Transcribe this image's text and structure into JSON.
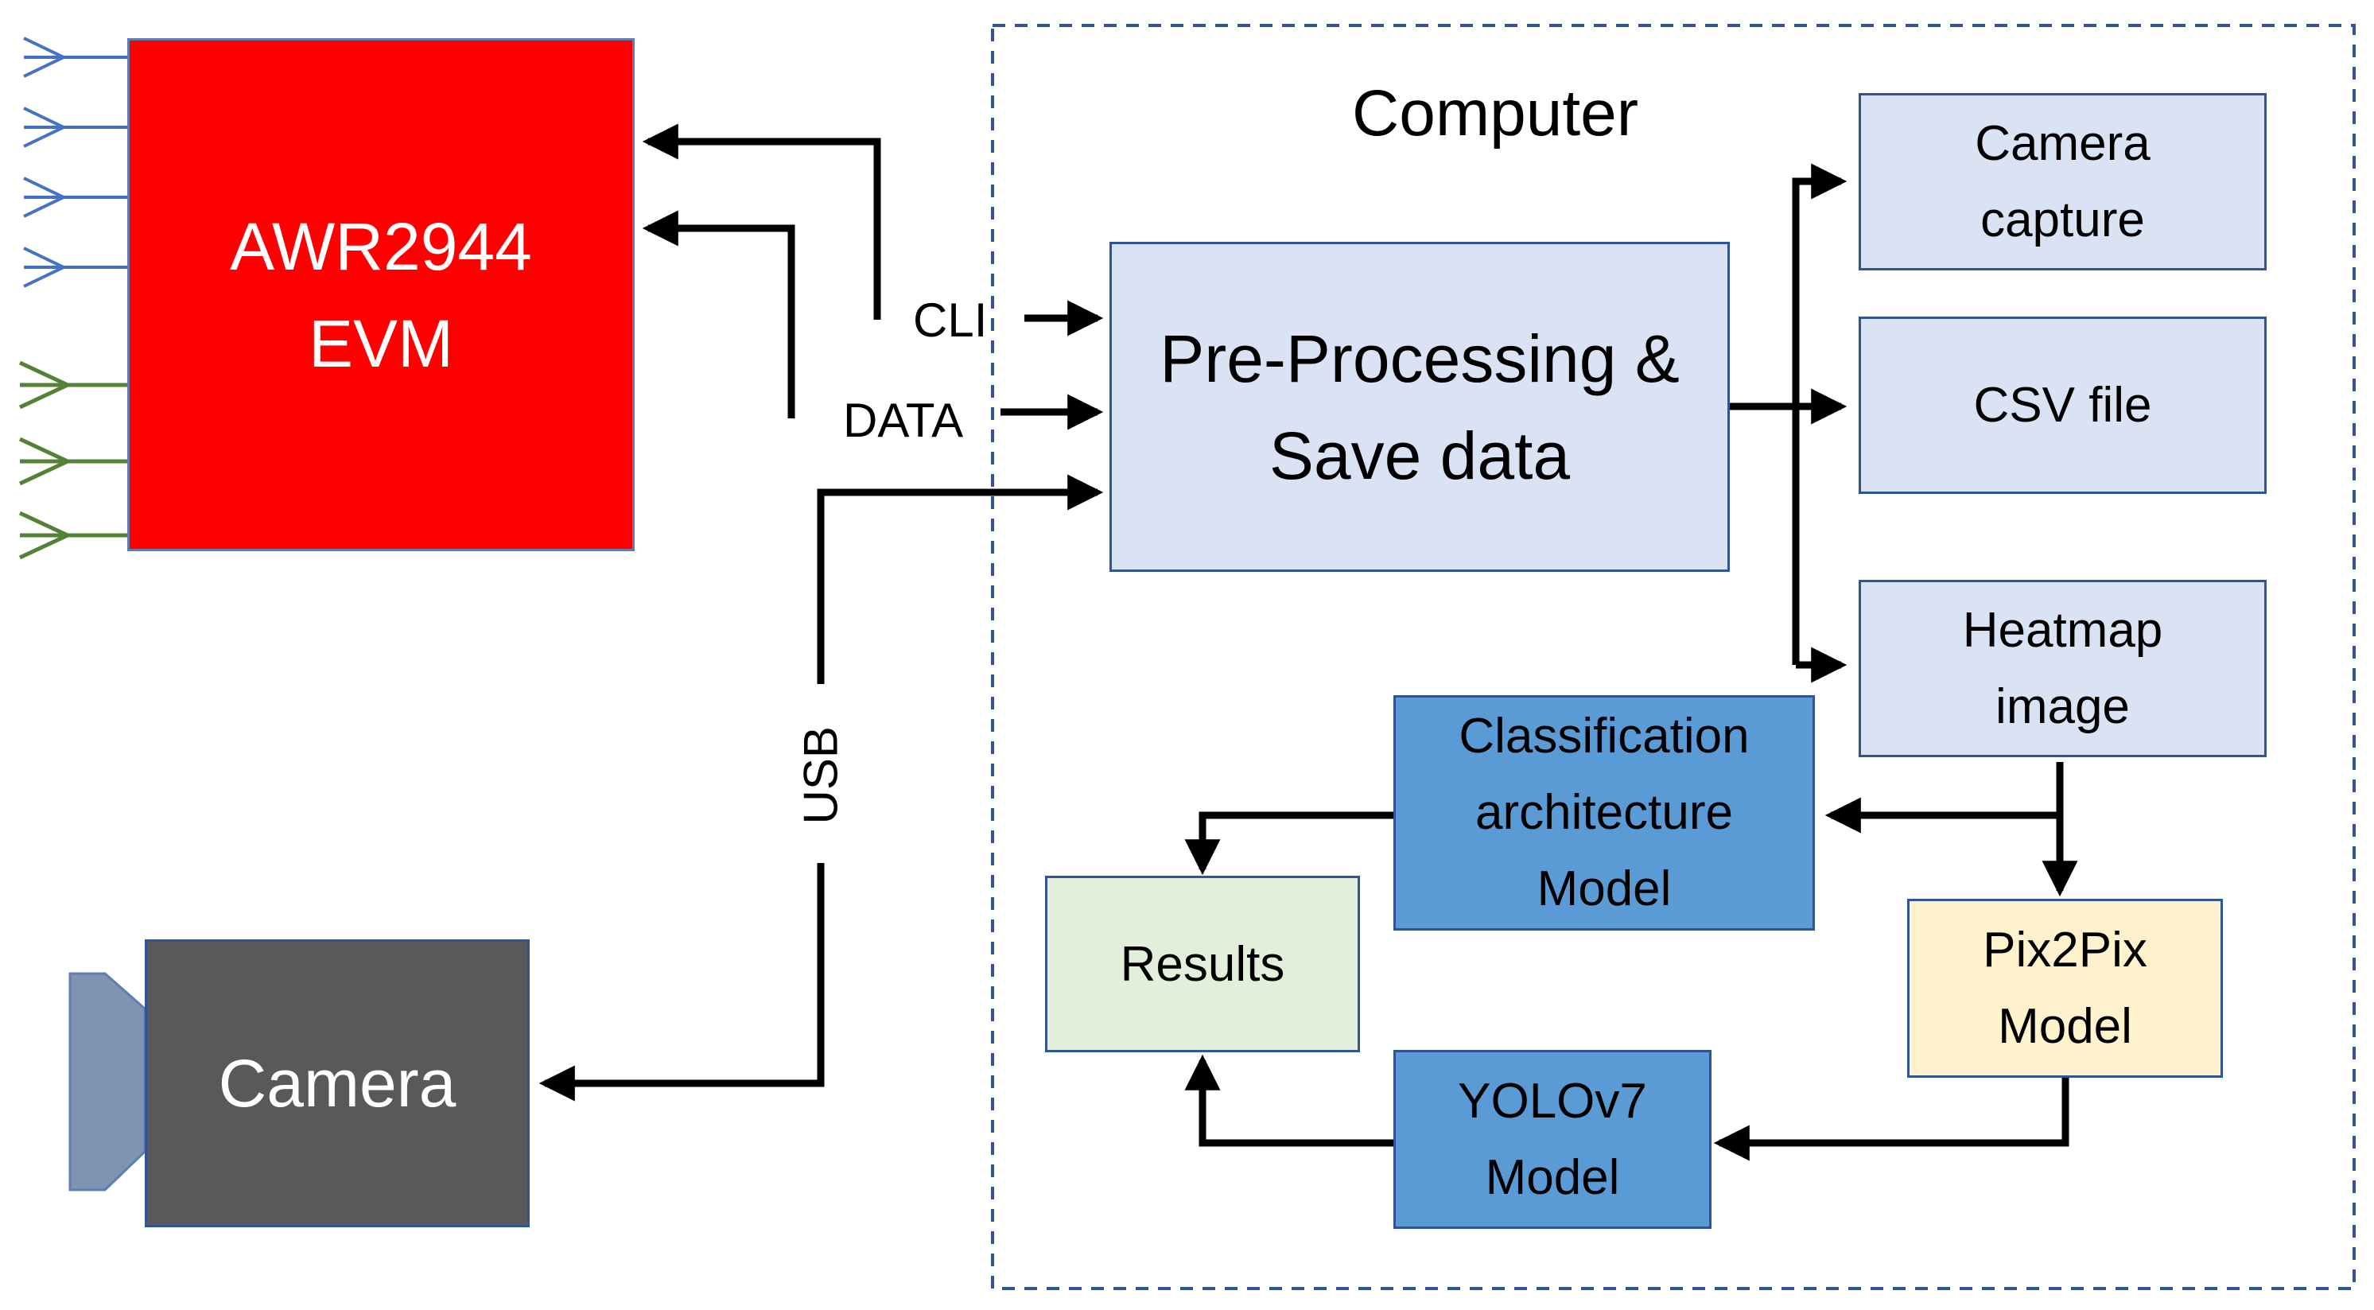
{
  "colors": {
    "evm_fill": "#FF0000",
    "evm_border": "#5B7FB3",
    "camera_fill": "#595959",
    "camera_lens": "#7F94B0",
    "light_blue_fill": "#DAE3F3",
    "light_blue_border": "#2F5597",
    "mid_blue_fill": "#5B9BD5",
    "mid_blue_border": "#2F5597",
    "results_fill": "#E2EFDA",
    "results_border": "#2F5597",
    "pix2pix_fill": "#FFF2CC",
    "pix2pix_border": "#2F5597",
    "computer_border": "#2F5597",
    "antenna_tx": "#4472C4",
    "antenna_rx": "#548235",
    "arrow": "#000000"
  },
  "nodes": {
    "evm": {
      "label": "AWR2944\nEVM"
    },
    "camera": {
      "label": "Camera"
    },
    "computer": {
      "label": "Computer"
    },
    "preprocessing": {
      "label": "Pre-Processing &\nSave data"
    },
    "camera_capture": {
      "label": "Camera\ncapture"
    },
    "csv_file": {
      "label": "CSV file"
    },
    "heatmap_image": {
      "label": "Heatmap\nimage"
    },
    "classification_model": {
      "label": "Classification\narchitecture\nModel"
    },
    "results": {
      "label": "Results"
    },
    "pix2pix_model": {
      "label": "Pix2Pix\nModel"
    },
    "yolov7_model": {
      "label": "YOLOv7\nModel"
    }
  },
  "edges": {
    "cli": {
      "label": "CLI"
    },
    "data": {
      "label": "DATA"
    },
    "usb": {
      "label": "USB"
    }
  }
}
